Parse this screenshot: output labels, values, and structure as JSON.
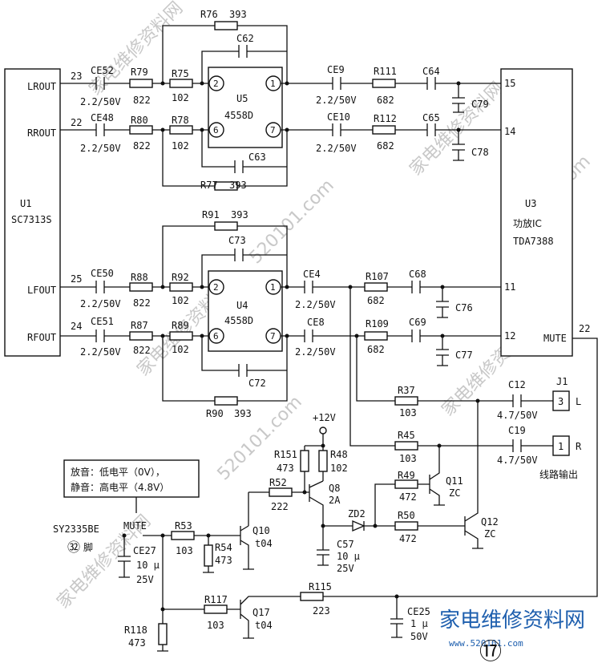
{
  "ic": {
    "u1_ref": "U1",
    "u1_name": "SC7313S",
    "u1_pin_lrout": "LROUT",
    "u1_pin_rrout": "RROUT",
    "u1_pin_lfout": "LFOUT",
    "u1_pin_rfout": "RFOUT",
    "u1_num_23": "23",
    "u1_num_22": "22",
    "u1_num_25": "25",
    "u1_num_24": "24",
    "u3_ref": "U3",
    "u3_func": "功放IC",
    "u3_name": "TDA7388",
    "u3_mute": "MUTE",
    "u3_pin15": "15",
    "u3_pin14": "14",
    "u3_pin11": "11",
    "u3_pin12": "12",
    "u3_pin22": "22",
    "u5_ref": "U5",
    "u5_name": "4558D",
    "u4_ref": "U4",
    "u4_name": "4558D",
    "pin1": "1",
    "pin2": "2",
    "pin6": "6",
    "pin7": "7",
    "pin1b": "1",
    "pin2b": "2",
    "pin6b": "6",
    "pin7b": "7"
  },
  "components": {
    "ce52": "CE52",
    "ce52_v": "2.2/50V",
    "ce48": "CE48",
    "ce48_v": "2.2/50V",
    "ce50": "CE50",
    "ce50_v": "2.2/50V",
    "ce51": "CE51",
    "ce51_v": "2.2/50V",
    "r79": "R79",
    "r79_v": "822",
    "r80": "R80",
    "r80_v": "822",
    "r88": "R88",
    "r88_v": "822",
    "r87": "R87",
    "r87_v": "822",
    "r75": "R75",
    "r75_v": "102",
    "r78": "R78",
    "r78_v": "102",
    "r92": "R92",
    "r92_v": "102",
    "r89": "R89",
    "r89_v": "102",
    "r76": "R76",
    "r76_v": "393",
    "r77": "R77",
    "r77_v": "393",
    "r91": "R91",
    "r91_v": "393",
    "r90": "R90",
    "r90_v": "393",
    "c62": "C62",
    "c63": "C63",
    "c73": "C73",
    "c72": "C72",
    "ce9": "CE9",
    "ce9_v": "2.2/50V",
    "ce10": "CE10",
    "ce10_v": "2.2/50V",
    "ce4": "CE4",
    "ce4_v": "2.2/50V",
    "ce8": "CE8",
    "ce8_v": "2.2/50V",
    "r111": "R111",
    "r111_v": "682",
    "r112": "R112",
    "r112_v": "682",
    "r107": "R107",
    "r107_v": "682",
    "r109": "R109",
    "r109_v": "682",
    "c64": "C64",
    "c65": "C65",
    "c68": "C68",
    "c69": "C69",
    "c79": "C79",
    "c78": "C78",
    "c76": "C76",
    "c77": "C77",
    "r37": "R37",
    "r37_v": "103",
    "r45": "R45",
    "r45_v": "103",
    "c12": "C12",
    "c12_v": "4.7/50V",
    "c19": "C19",
    "c19_v": "4.7/50V",
    "j1": "J1",
    "j1_pin3": "3",
    "j1_l": "L",
    "j1_pin1": "1",
    "j1_r": "R",
    "line_out": "线路输出",
    "vcc": "+12V",
    "r151": "R151",
    "r151_v": "473",
    "r48": "R48",
    "r48_v": "102",
    "r52": "R52",
    "r52_v": "222",
    "q8": "Q8",
    "q8_v": "2A",
    "r49": "R49",
    "r49_v": "472",
    "r50": "R50",
    "r50_v": "472",
    "q11": "Q11",
    "q11_v": "ZC",
    "q12": "Q12",
    "q12_v": "ZC",
    "zd2": "ZD2",
    "c57": "C57",
    "c57_v1": "10 μ",
    "c57_v2": "25V",
    "r53": "R53",
    "r53_v": "103",
    "r54": "R54",
    "r54_v": "473",
    "q10": "Q10",
    "q10_v": "t04",
    "ce27": "CE27",
    "ce27_v1": "10 μ",
    "ce27_v2": "25V",
    "r117": "R117",
    "r117_v": "103",
    "q17": "Q17",
    "q17_v": "t04",
    "r118": "R118",
    "r118_v": "473",
    "r115": "R115",
    "r115_v": "223",
    "ce25": "CE25",
    "ce25_v1": "1 μ",
    "ce25_v2": "50V"
  },
  "annotations": {
    "note_line1": "放音：低电平（0V），",
    "note_line2": "静音：高电平（4.8V）",
    "mute_label": "MUTE",
    "source": "SY2335BE",
    "pin32": "㉜",
    "pin_word": "脚",
    "figure_no": "⑰"
  },
  "watermarks": {
    "site_text": "家电维修资料网",
    "site_url": "520101.com",
    "brand_bottom": "家电维修资料网",
    "url_bottom": "www.520101.com"
  }
}
